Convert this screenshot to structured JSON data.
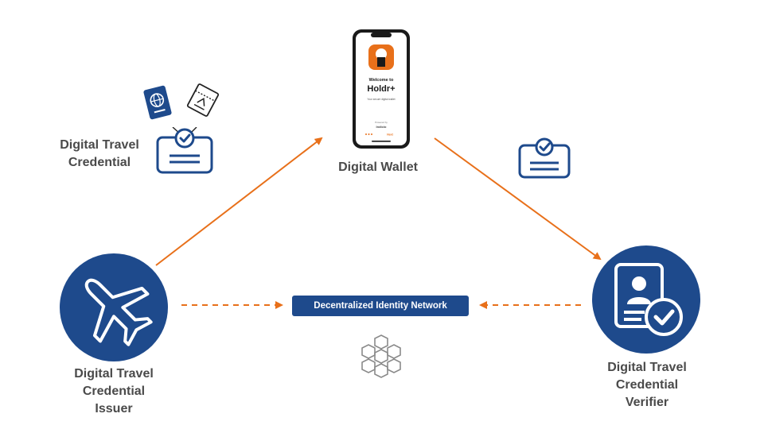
{
  "nodes": {
    "credential": {
      "label_lines": [
        "Digital Travel",
        "Credential"
      ]
    },
    "wallet": {
      "label": "Digital Wallet"
    },
    "issuer": {
      "label_lines": [
        "Digital Travel",
        "Credential",
        "Issuer"
      ]
    },
    "verifier": {
      "label_lines": [
        "Digital Travel",
        "Credential",
        "Verifier"
      ]
    }
  },
  "network": {
    "label": "Decentralized Identity Network"
  },
  "phone_screen": {
    "welcome": "Welcome to",
    "brand": "Holdr+",
    "subtitle": "Your secure digital wallet",
    "powered_by": "Powered by",
    "powered_brand": "Indicio",
    "next": "Next"
  },
  "colors": {
    "accent": "#e8701a",
    "primary": "#1e4a8c",
    "text": "#4a4a4a"
  },
  "icons": [
    "plane-icon",
    "id-card-check-icon",
    "credential-check-icon",
    "passport-icon",
    "ticket-icon",
    "blockchain-icon",
    "phone-icon"
  ]
}
